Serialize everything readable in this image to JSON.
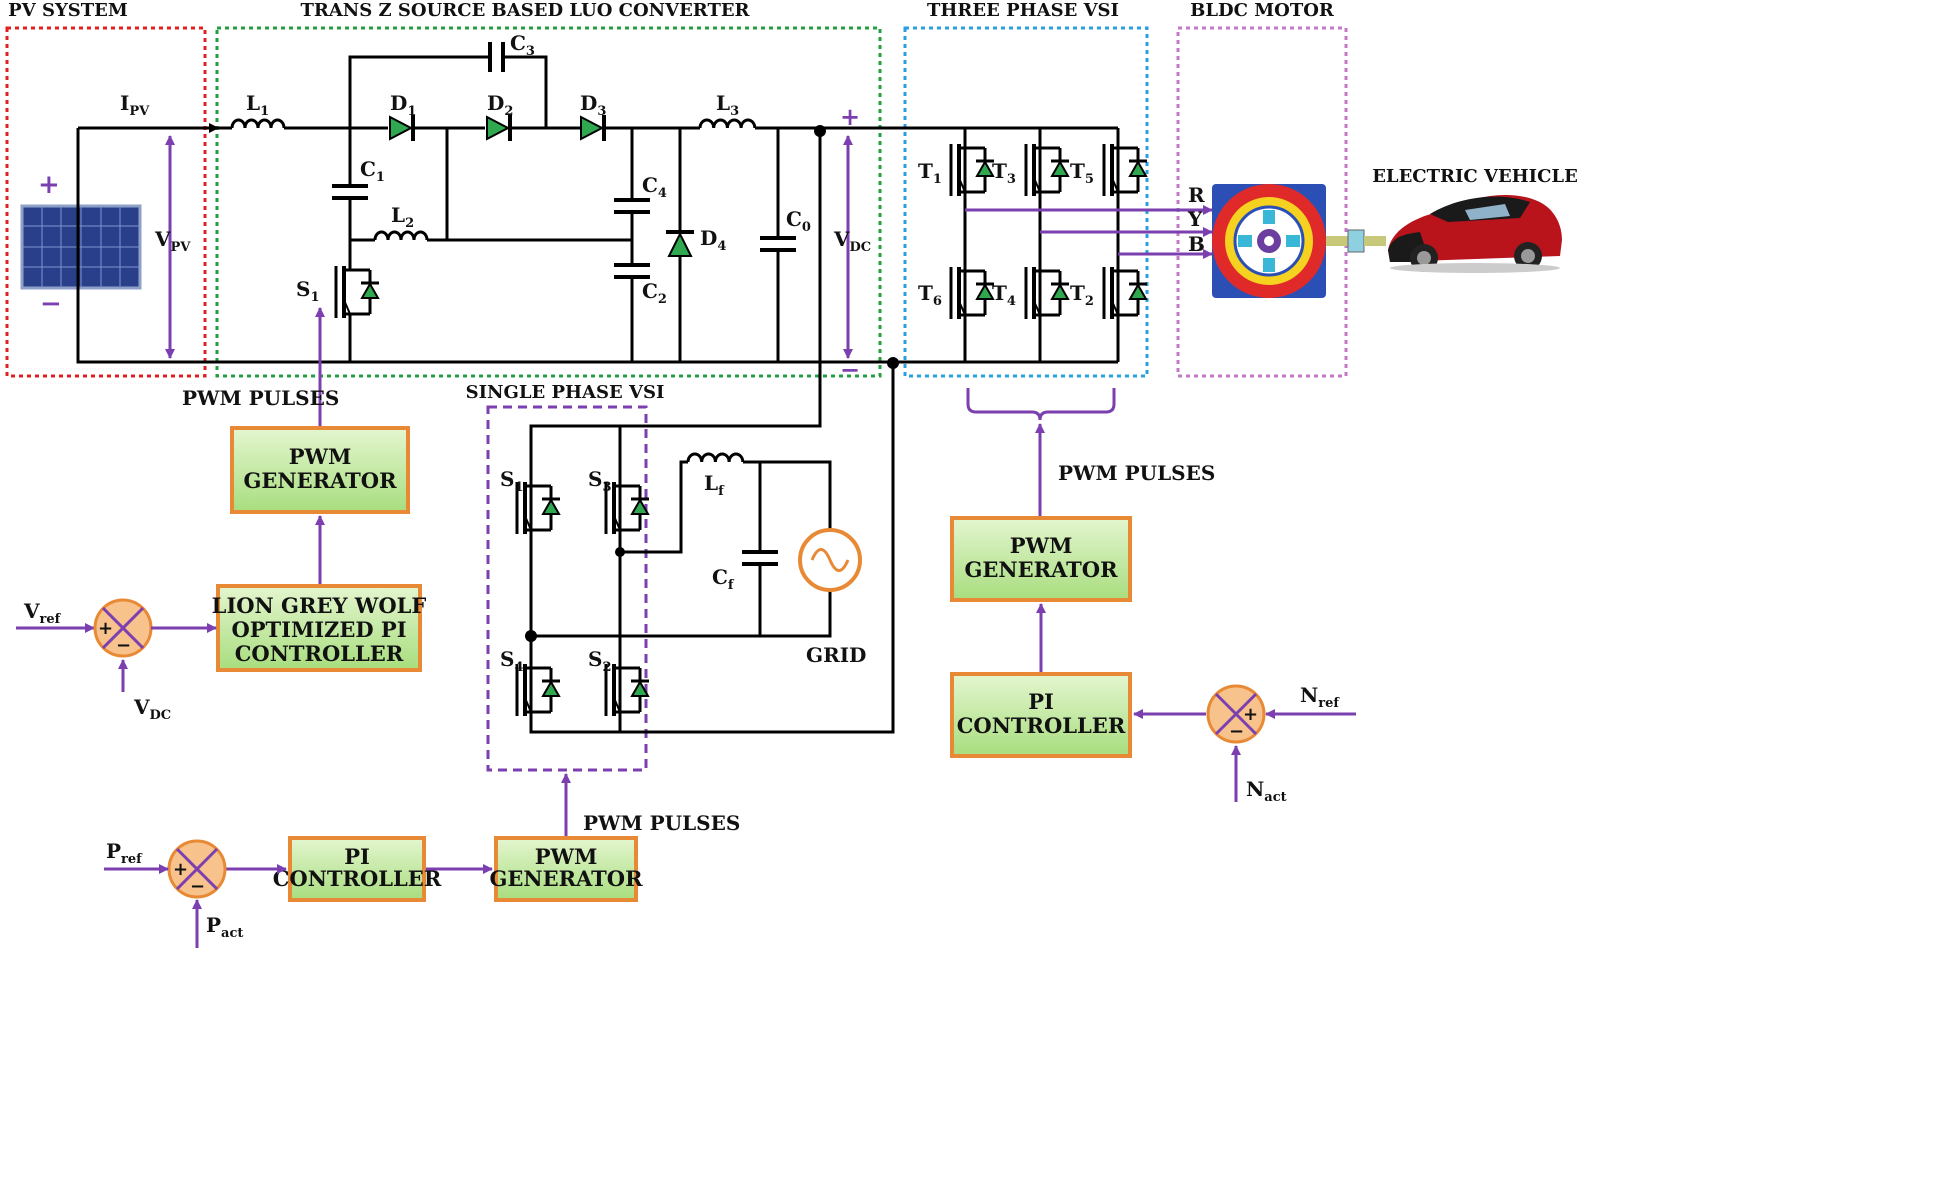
{
  "sections": {
    "pv_system": "PV SYSTEM",
    "converter": "TRANS Z SOURCE BASED LUO CONVERTER",
    "three_phase_vsi": "THREE PHASE VSI",
    "bldc_motor": "BLDC MOTOR",
    "single_phase_vsi": "SINGLE PHASE VSI",
    "electric_vehicle": "ELECTRIC VEHICLE",
    "grid": "GRID"
  },
  "blocks": {
    "pwm_gen_1": [
      "PWM",
      "GENERATOR"
    ],
    "lion_gwo_pi": [
      "LION GREY WOLF",
      "OPTIMIZED  PI",
      "CONTROLLER"
    ],
    "pwm_gen_3ph": [
      "PWM",
      "GENERATOR"
    ],
    "pi_speed": [
      "PI",
      "CONTROLLER"
    ],
    "pi_power": [
      "PI",
      "CONTROLLER"
    ],
    "pwm_gen_1ph": [
      "PWM",
      "GENERATOR"
    ]
  },
  "pulses": {
    "left": "PWM PULSES",
    "right": "PWM PULSES",
    "bottom": "PWM PULSES"
  },
  "components": {
    "L1": {
      "b": "L",
      "s": "1"
    },
    "L2": {
      "b": "L",
      "s": "2"
    },
    "L3": {
      "b": "L",
      "s": "3"
    },
    "D1": {
      "b": "D",
      "s": "1"
    },
    "D2": {
      "b": "D",
      "s": "2"
    },
    "D3": {
      "b": "D",
      "s": "3"
    },
    "D4": {
      "b": "D",
      "s": "4"
    },
    "C1": {
      "b": "C",
      "s": "1"
    },
    "C2": {
      "b": "C",
      "s": "2"
    },
    "C3": {
      "b": "C",
      "s": "3"
    },
    "C4": {
      "b": "C",
      "s": "4"
    },
    "C0": {
      "b": "C",
      "s": "0"
    },
    "S1": {
      "b": "S",
      "s": "1"
    },
    "T1": {
      "b": "T",
      "s": "1"
    },
    "T3": {
      "b": "T",
      "s": "3"
    },
    "T5": {
      "b": "T",
      "s": "5"
    },
    "T6": {
      "b": "T",
      "s": "6"
    },
    "T4": {
      "b": "T",
      "s": "4"
    },
    "T2": {
      "b": "T",
      "s": "2"
    },
    "Sa1": {
      "b": "S",
      "s": "1"
    },
    "Sa3": {
      "b": "S",
      "s": "3"
    },
    "Sa4": {
      "b": "S",
      "s": "4"
    },
    "Sa2": {
      "b": "S",
      "s": "2"
    },
    "Lf": {
      "b": "L",
      "s": "f"
    },
    "Cf": {
      "b": "C",
      "s": "f"
    }
  },
  "signals": {
    "Ipv": {
      "b": "I",
      "s": "PV"
    },
    "Vpv": {
      "b": "V",
      "s": "PV"
    },
    "Vdc": {
      "b": "V",
      "s": "DC"
    },
    "Vref": {
      "b": "V",
      "s": "ref"
    },
    "Vdc_fb": {
      "b": "V",
      "s": "DC"
    },
    "Nref": {
      "b": "N",
      "s": "ref"
    },
    "Nact": {
      "b": "N",
      "s": "act"
    },
    "Pref": {
      "b": "P",
      "s": "ref"
    },
    "Pact": {
      "b": "P",
      "s": "act"
    }
  },
  "phases": [
    "R",
    "Y",
    "B"
  ],
  "polarity": {
    "plus": "+",
    "minus": "−"
  },
  "colors": {
    "wire": "#000000",
    "signal": "#7b3fb0",
    "block_border": "#e88a35",
    "pv_box": "#e02020",
    "conv_box": "#22a040",
    "vsi_box": "#2a9fe0",
    "motor_box": "#c27ac8",
    "single_vsi_box": "#7b3fb0"
  }
}
